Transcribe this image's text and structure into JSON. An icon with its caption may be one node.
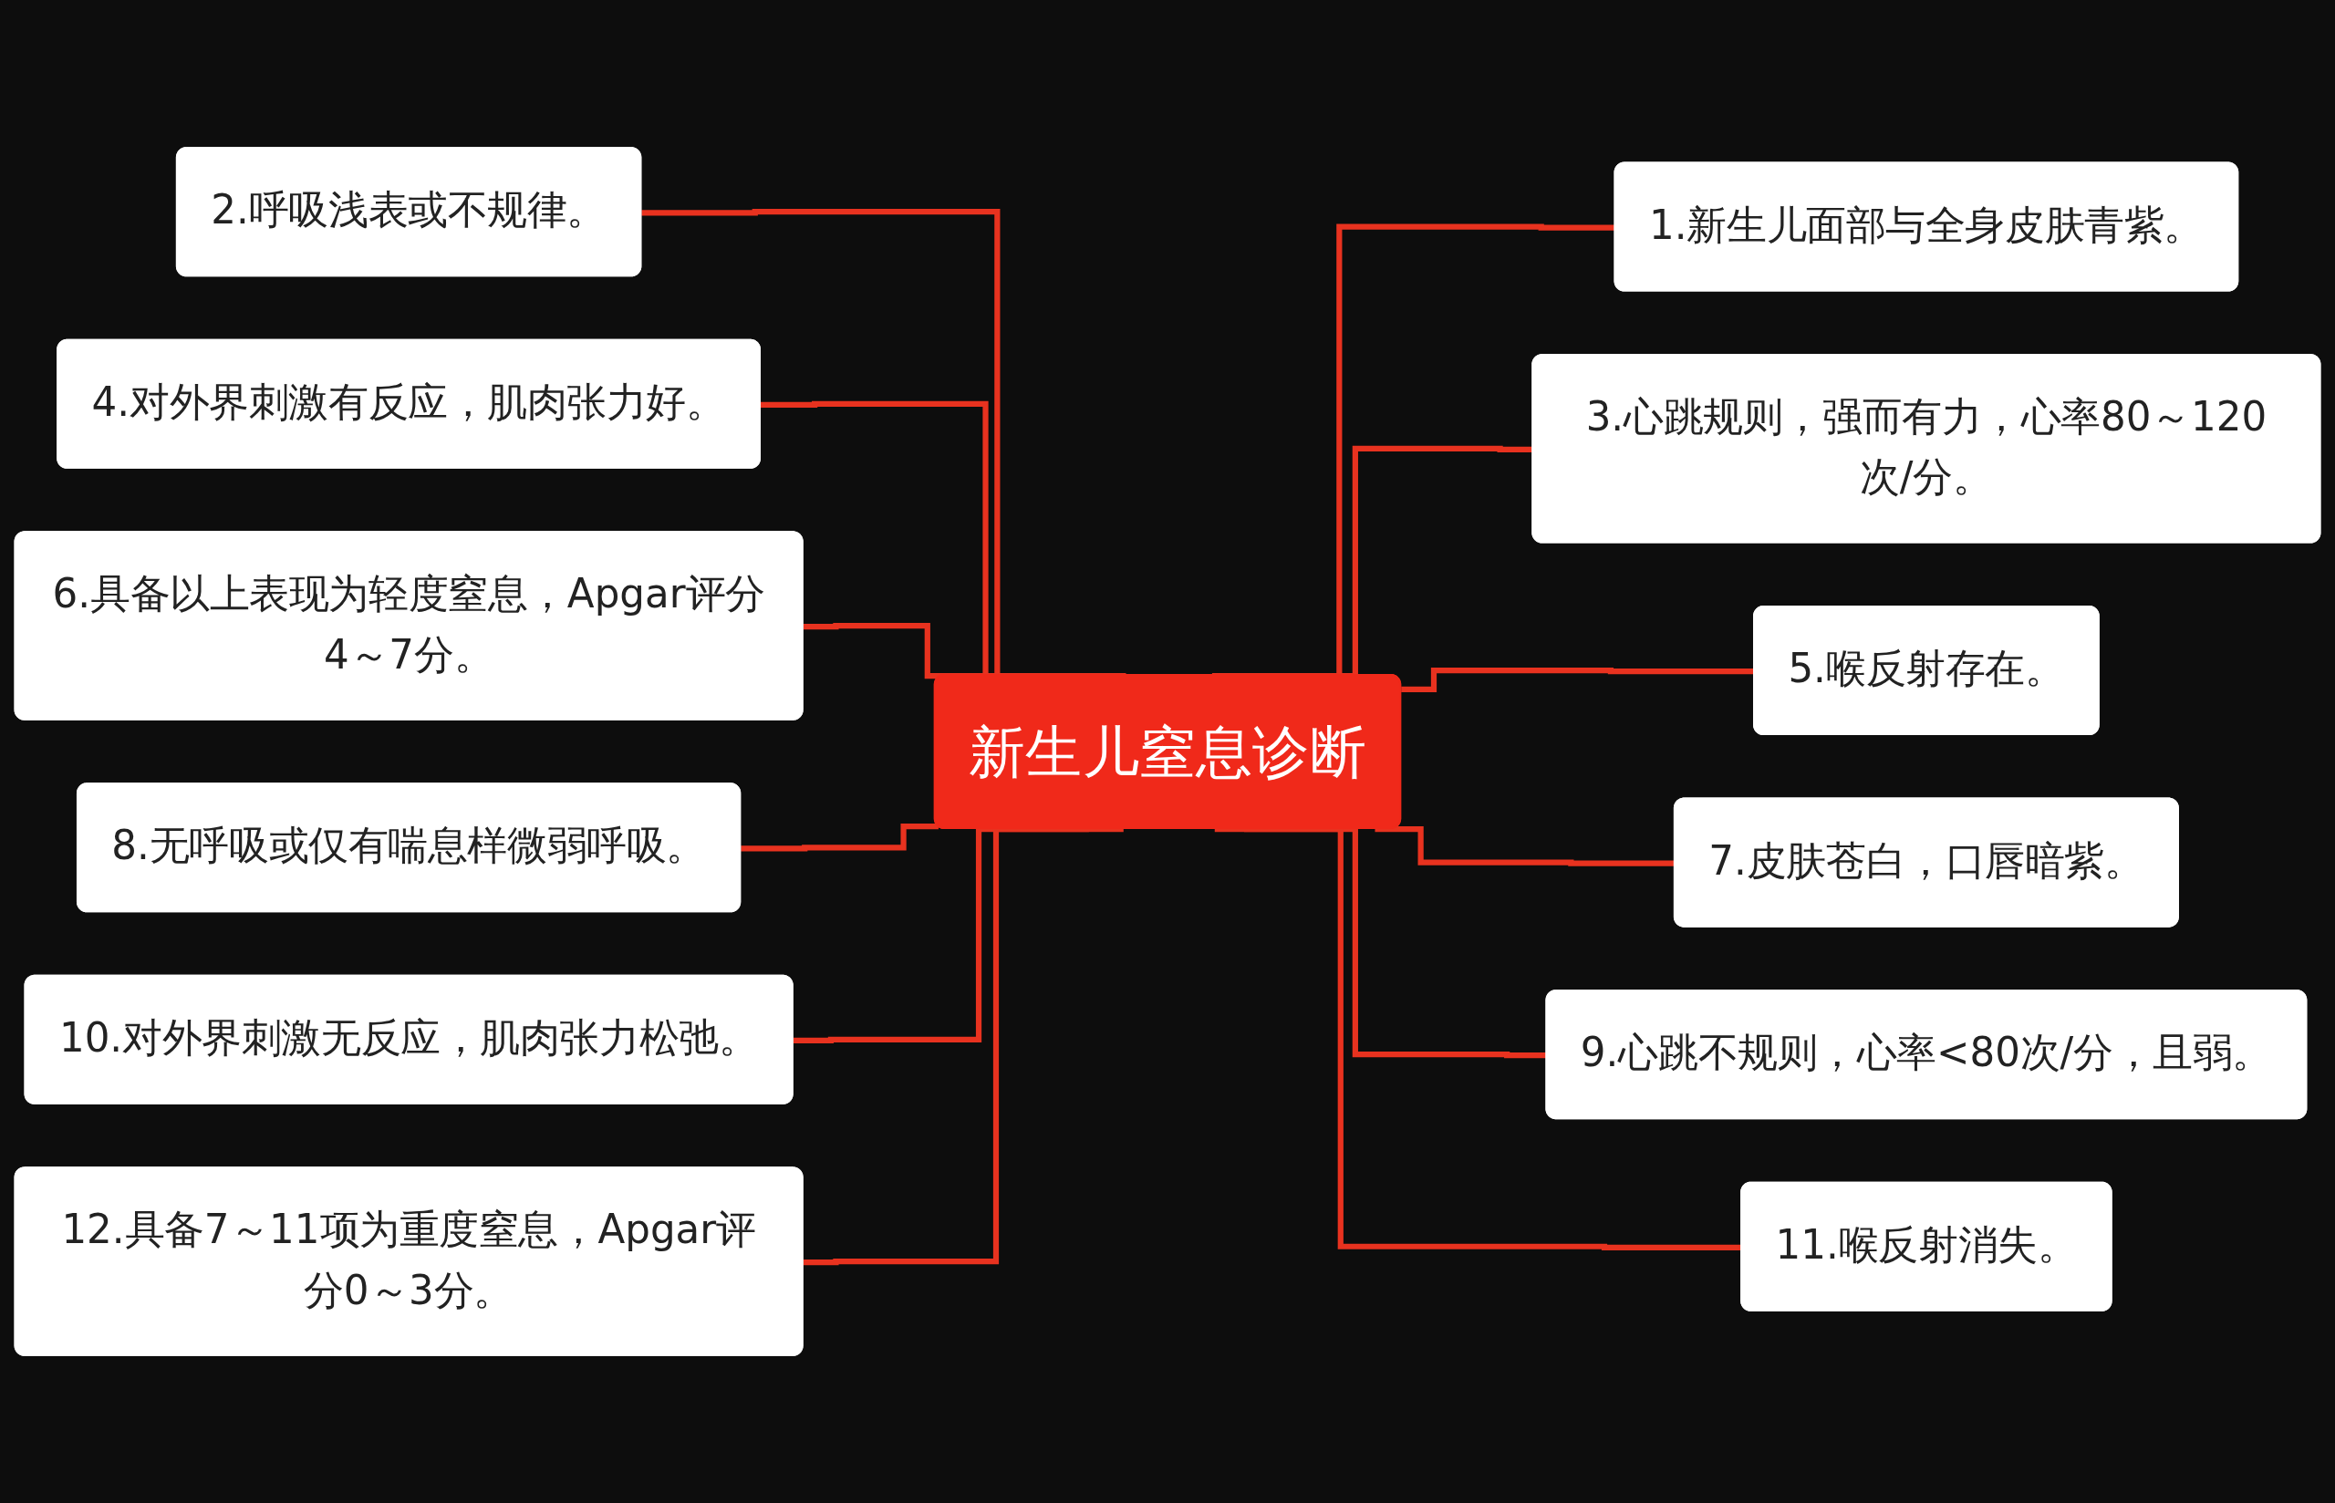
{
  "diagram": {
    "nodes": [
      {
        "text": [
          "新生儿窒息诊断"
        ]
      },
      {
        "text": [
          "1.新生儿面部与全身皮肤青紫。"
        ]
      },
      {
        "text": [
          "2.呼吸浅表或不规律。"
        ]
      },
      {
        "text": [
          "3.心跳规则，强而有力，心率80～120次/分。"
        ]
      },
      {
        "text": [
          "4.对外界刺激有反应，肌肉张力好。"
        ]
      },
      {
        "text": [
          "5.喉反射存在。"
        ]
      },
      {
        "text": [
          "6.具备以上表现为轻度窒息，Apgar评分4～7分。"
        ]
      },
      {
        "text": [
          "7.皮肤苍白，口唇暗紫。"
        ]
      },
      {
        "text": [
          "8.无呼吸或仅有喘息样微弱呼吸。"
        ]
      },
      {
        "text": [
          "9.心跳不规则，心率<80次/分，且弱。"
        ]
      },
      {
        "text": [
          "10.对外界刺激无反应，肌肉张力松弛。"
        ]
      },
      {
        "text": [
          "11.喉反射消失。"
        ]
      },
      {
        "text": [
          "12.具备7～11项为重度窒息，Apgar评分0～3分。"
        ]
      }
    ],
    "edges": [
      {
        "from": 0,
        "to": 1,
        "arrow": "none"
      },
      {
        "from": 0,
        "to": 2,
        "arrow": "none"
      },
      {
        "from": 0,
        "to": 3,
        "arrow": "none"
      },
      {
        "from": 0,
        "to": 4,
        "arrow": "none"
      },
      {
        "from": 0,
        "to": 5,
        "arrow": "none"
      },
      {
        "from": 0,
        "to": 6,
        "arrow": "none"
      },
      {
        "from": 0,
        "to": 7,
        "arrow": "none"
      },
      {
        "from": 0,
        "to": 8,
        "arrow": "none"
      },
      {
        "from": 0,
        "to": 9,
        "arrow": "none"
      },
      {
        "from": 0,
        "to": 10,
        "arrow": "none"
      },
      {
        "from": 0,
        "to": 11,
        "arrow": "none"
      },
      {
        "from": 0,
        "to": 12,
        "arrow": "none"
      }
    ]
  }
}
